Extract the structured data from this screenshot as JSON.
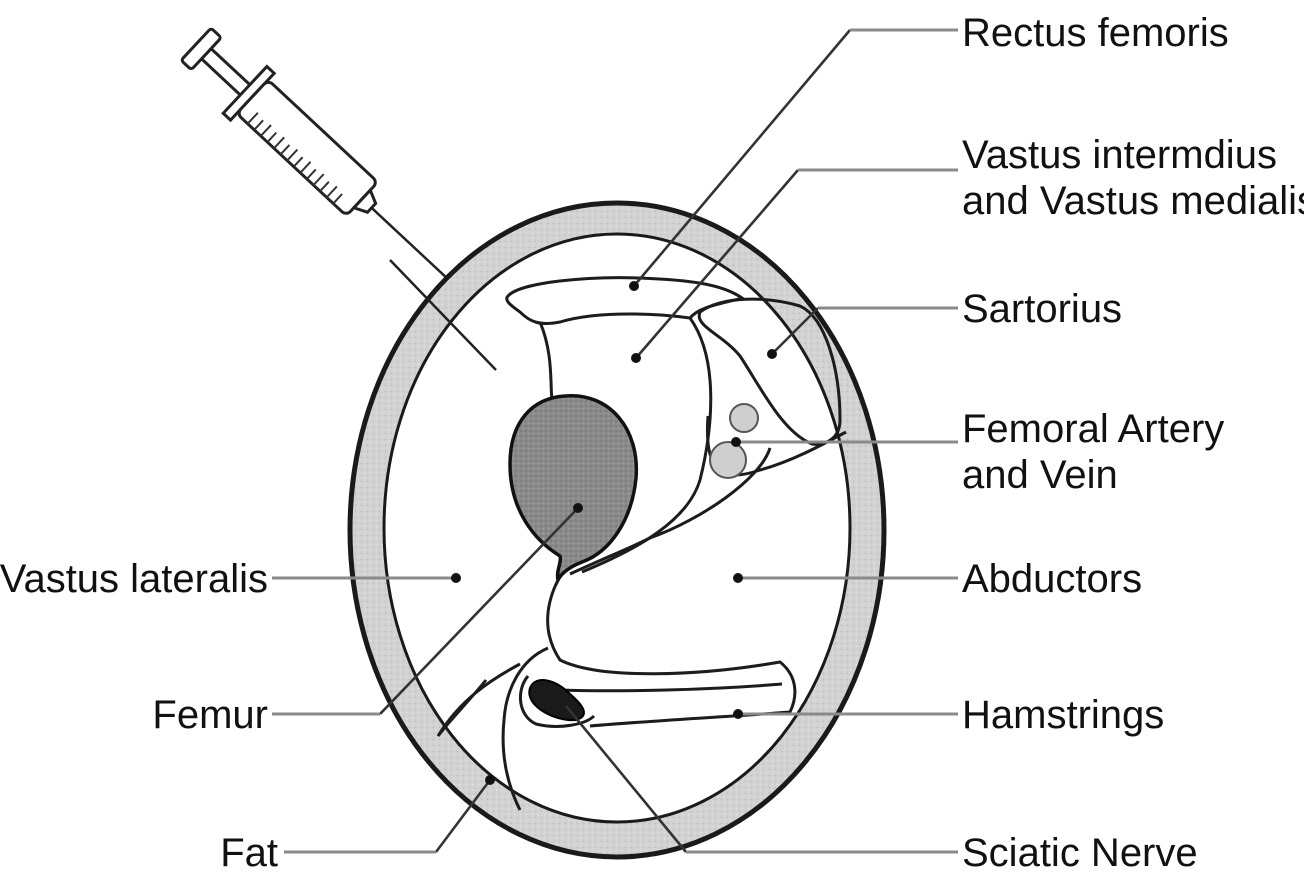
{
  "labels": {
    "rectus_femoris": "Rectus femoris",
    "vastus_intermedius_line1": "Vastus intermdius",
    "vastus_intermedius_line2": "and Vastus medialis",
    "sartorius": "Sartorius",
    "femoral_line1": "Femoral Artery",
    "femoral_line2": "and Vein",
    "abductors": "Abductors",
    "hamstrings": "Hamstrings",
    "sciatic_nerve": "Sciatic Nerve",
    "vastus_lateralis": "Vastus lateralis",
    "femur": "Femur",
    "fat": "Fat"
  },
  "colors": {
    "fat_ring": "#d2d2d2",
    "femur_bone": "#8a8a8a",
    "sciatic_nerve": "#1a1a1a",
    "vessels": "#cfcfcf",
    "outline": "#1c1c1c"
  },
  "icons": {
    "syringe": "syringe-icon"
  }
}
